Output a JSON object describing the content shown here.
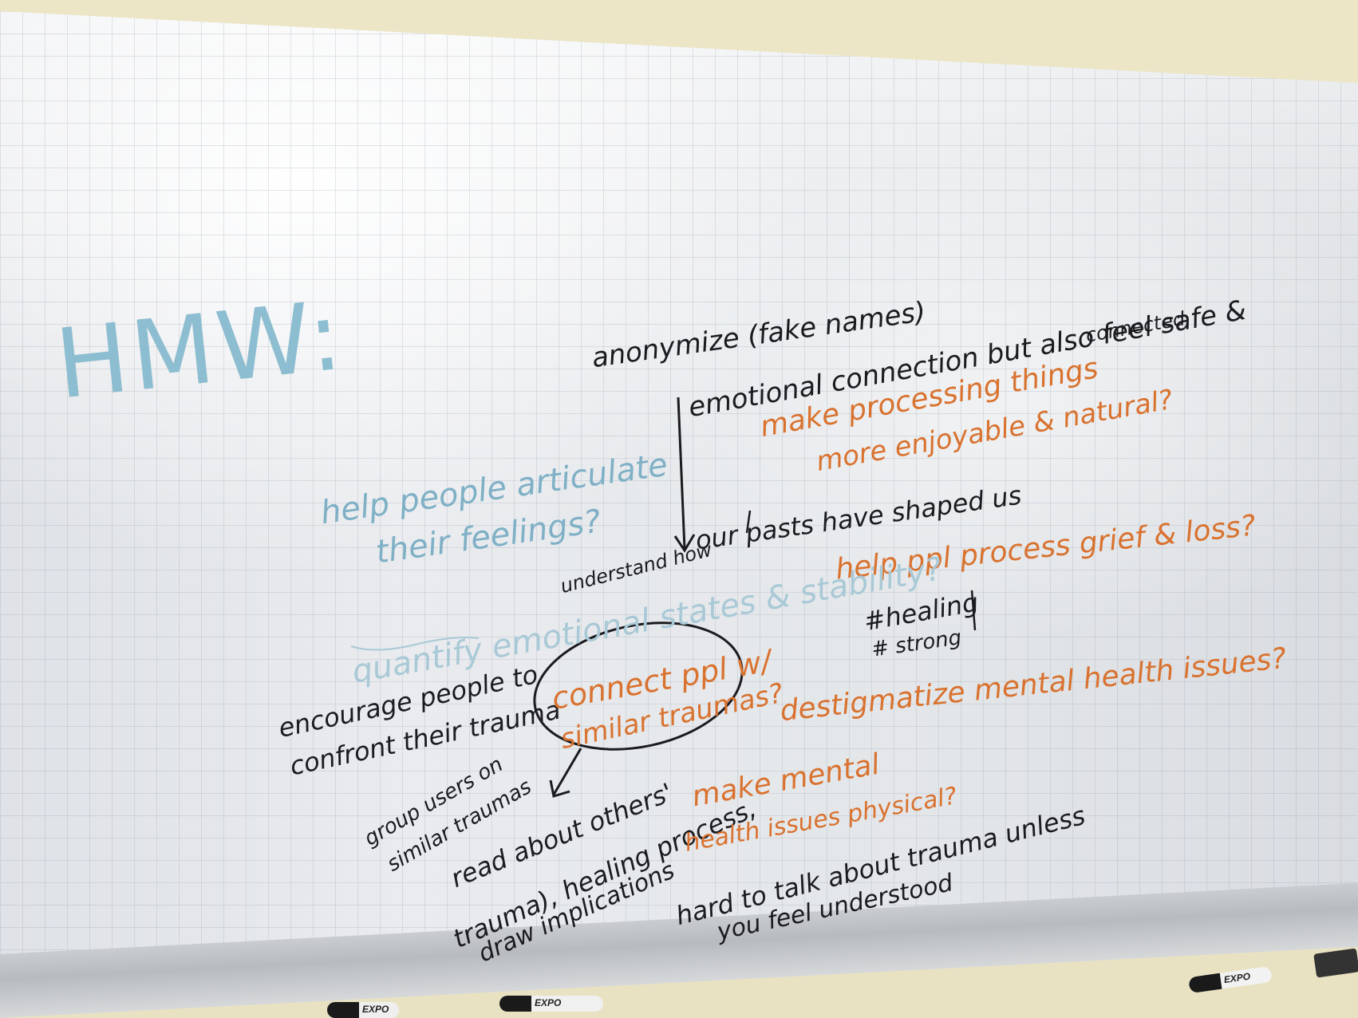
{
  "board": {
    "hmw": "HMW:",
    "notes": [
      {
        "id": "anonymize",
        "text": "anonymize (fake names)"
      },
      {
        "id": "emotional",
        "text": "emotional connection but also feel safe &"
      },
      {
        "id": "connected",
        "text": "connected"
      },
      {
        "id": "processing1",
        "text": "make processing things"
      },
      {
        "id": "processing2",
        "text": "more enjoyable & natural?"
      },
      {
        "id": "articulate1",
        "text": "help people articulate"
      },
      {
        "id": "articulate2",
        "text": "their feelings?"
      },
      {
        "id": "pasts",
        "text": "our pasts have shaped us"
      },
      {
        "id": "understand",
        "text": "understand how"
      },
      {
        "id": "grief",
        "text": "help ppl process grief & loss?"
      },
      {
        "id": "quantify",
        "text": "quantify emotional states & stability?"
      },
      {
        "id": "healing1",
        "text": "#healing"
      },
      {
        "id": "healing2",
        "text": "# strong"
      },
      {
        "id": "destigmatize",
        "text": "destigmatize mental health issues?"
      },
      {
        "id": "encourage1",
        "text": "encourage people to"
      },
      {
        "id": "encourage2",
        "text": "confront their trauma"
      },
      {
        "id": "connect1",
        "text": "connect ppl w/"
      },
      {
        "id": "connect2",
        "text": "similar traumas?"
      },
      {
        "id": "group1",
        "text": "group users on"
      },
      {
        "id": "group2",
        "text": "similar traumas"
      },
      {
        "id": "read1",
        "text": "read about others'"
      },
      {
        "id": "read2",
        "text": "trauma), healing process,"
      },
      {
        "id": "read3",
        "text": "draw implications"
      },
      {
        "id": "physical1",
        "text": "make mental"
      },
      {
        "id": "physical2",
        "text": "health issues physical?"
      },
      {
        "id": "hard1",
        "text": "hard to talk about trauma unless"
      },
      {
        "id": "hard2",
        "text": "you feel understood"
      }
    ]
  },
  "markers": [
    {
      "label": "EXPO"
    },
    {
      "label": "EXPO"
    },
    {
      "label": "EXPO"
    }
  ]
}
